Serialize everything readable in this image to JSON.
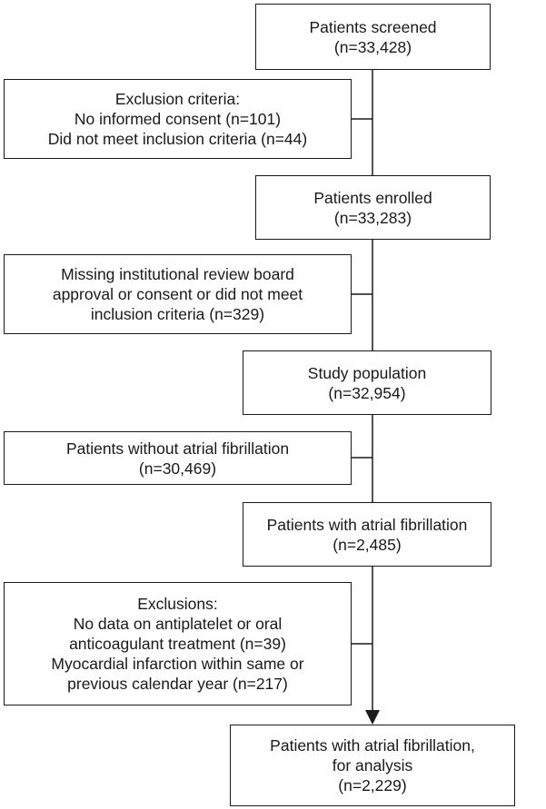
{
  "flowchart": {
    "screened": {
      "lines": [
        "Patients screened",
        "(n=33,428)"
      ]
    },
    "exclusion_1": {
      "lines": [
        "Exclusion criteria:",
        "No informed consent (n=101)",
        "Did not meet inclusion criteria (n=44)"
      ]
    },
    "enrolled": {
      "lines": [
        "Patients enrolled",
        "(n=33,283)"
      ]
    },
    "exclusion_2": {
      "lines": [
        "Missing institutional review board",
        "approval or consent or did not meet",
        "inclusion criteria (n=329)"
      ]
    },
    "study_population": {
      "lines": [
        "Study population",
        "(n=32,954)"
      ]
    },
    "without_af": {
      "lines": [
        "Patients without atrial fibrillation",
        "(n=30,469)"
      ]
    },
    "with_af": {
      "lines": [
        "Patients with atrial fibrillation",
        "(n=2,485)"
      ]
    },
    "exclusion_3": {
      "lines": [
        "Exclusions:",
        "No data on antiplatelet or oral",
        "anticoagulant treatment (n=39)",
        "Myocardial infarction within same or",
        "previous calendar year (n=217)"
      ]
    },
    "analysis": {
      "lines": [
        "Patients with atrial fibrillation,",
        "for analysis",
        "(n=2,229)"
      ]
    }
  }
}
